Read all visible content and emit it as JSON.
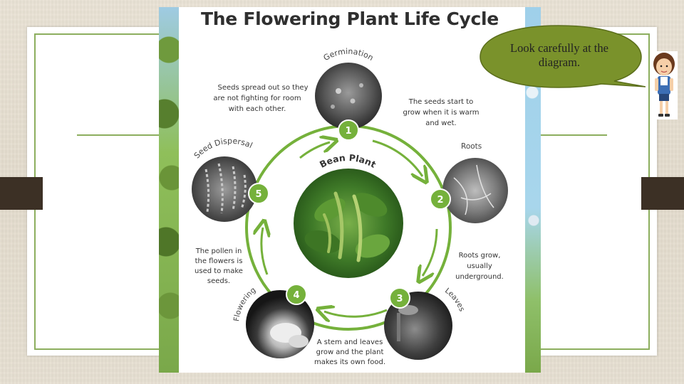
{
  "poster": {
    "title": "The Flowering Plant Life Cycle",
    "center_label": "Bean Plant",
    "stages": [
      {
        "number": "1",
        "name": "Germination",
        "description": [
          "The seeds start to",
          "grow when it is warm",
          "and wet."
        ]
      },
      {
        "number": "2",
        "name": "Roots",
        "description": [
          "Roots grow,",
          "usually",
          "underground."
        ]
      },
      {
        "number": "3",
        "name": "Leaves",
        "description": [
          "A stem and leaves",
          "grow and the plant",
          "makes its own food."
        ]
      },
      {
        "number": "4",
        "name": "Flowering",
        "description": [
          "The pollen in",
          "the flowers is",
          "used to make",
          "seeds."
        ]
      },
      {
        "number": "5",
        "name": "Seed Dispersal",
        "description": [
          "Seeds spread out so they",
          "are not fighting for room",
          "with each other."
        ]
      }
    ]
  },
  "speech_bubble": {
    "text": "Look carefully at the diagram."
  },
  "colors": {
    "accent_green": "#75b13b",
    "frame_green": "#8cae5e",
    "bubble_fill": "#7a922b",
    "bubble_border": "#5b6e1b",
    "tab_brown": "#3c3025"
  }
}
